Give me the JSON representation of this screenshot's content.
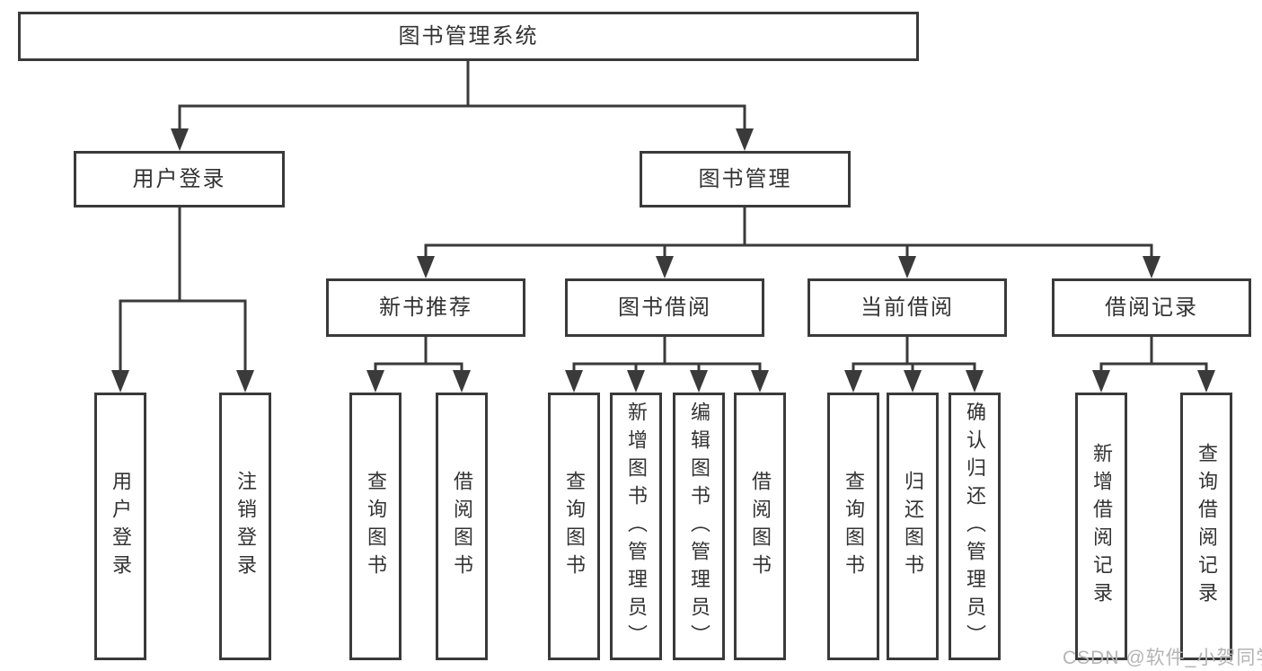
{
  "tree": {
    "root": {
      "label": "图书管理系统"
    },
    "level1": [
      {
        "label": "用户登录"
      },
      {
        "label": "图书管理"
      }
    ],
    "level2": [
      {
        "label": "新书推荐"
      },
      {
        "label": "图书借阅"
      },
      {
        "label": "当前借阅"
      },
      {
        "label": "借阅记录"
      }
    ],
    "leaves": {
      "user_login": [
        {
          "label": "用户登录"
        },
        {
          "label": "注销登录"
        }
      ],
      "new_book": [
        {
          "label": "查询图书"
        },
        {
          "label": "借阅图书"
        }
      ],
      "book_borrow": [
        {
          "label": "查询图书"
        },
        {
          "label": "新增图书（管理员）"
        },
        {
          "label": "编辑图书（管理员）"
        },
        {
          "label": "借阅图书"
        }
      ],
      "current_borrow": [
        {
          "label": "查询图书"
        },
        {
          "label": "归还图书"
        },
        {
          "label": "确认归还（管理员）"
        }
      ],
      "borrow_records": [
        {
          "label": "新增借阅记录"
        },
        {
          "label": "查询借阅记录"
        }
      ]
    }
  },
  "watermark": {
    "text": "CSDN @软件_小贺同学"
  },
  "colors": {
    "line": "#3a3a3a",
    "box_border": "#3a3a3a",
    "text": "#333333",
    "watermark": "#b4b4b4",
    "background": "#ffffff"
  }
}
